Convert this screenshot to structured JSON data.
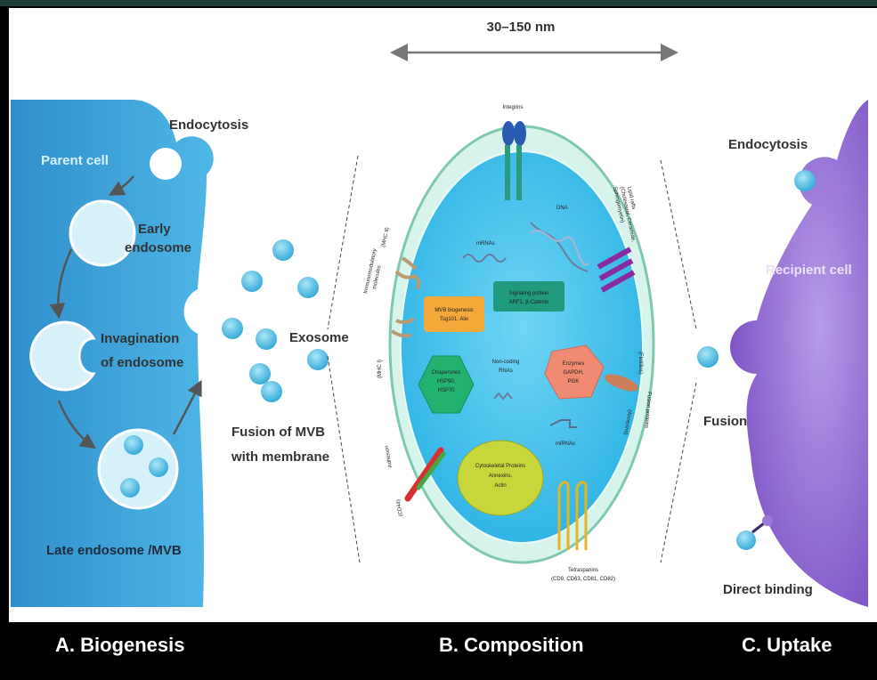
{
  "scale_label": "30–150 nm",
  "biogenesis": {
    "parent_cell": "Parent cell",
    "endocytosis": "Endocytosis",
    "early_endosome_1": "Early",
    "early_endosome_2": "endosome",
    "invagination_1": "Invagination",
    "invagination_2": "of endosome",
    "late_endosome": "Late endosome /MVB",
    "exosome": "Exosome",
    "fusion_1": "Fusion of MVB",
    "fusion_2": "with membrane"
  },
  "composition": {
    "integrins": "Integrins",
    "mrnas": "mRNAs",
    "dna": "DNA",
    "mvb_biogenesis_1": "MVB biogenesis",
    "mvb_biogenesis_2": "Tsg101, Alix",
    "signaling_1": "Signaling protein",
    "signaling_2": "ARF1, β-Catenin",
    "chaperones_1": "Chaperones",
    "chaperones_2": "HSP90,",
    "chaperones_3": "HSP70",
    "noncoding_1": "Non-coding",
    "noncoding_2": "RNAs",
    "enzymes_1": "Enzymes",
    "enzymes_2": "GAPDH,",
    "enzymes_3": "PGK",
    "mirnas": "miRNAs",
    "cytoskeletal_1": "Cytoskeletal Proteins",
    "cytoskeletal_2": "Annexins,",
    "cytoskeletal_3": "Actin",
    "tetraspanins_1": "Tetraspanins",
    "tetraspanins_2": "(CD9, CD63, CD81, CD82)",
    "left_outer_1": "Immunomodulatory",
    "left_outer_2": "molecules",
    "mhc_ii": "(MHC II)",
    "mhc_i": "(MHC I)",
    "adhesion": "Adhesion",
    "cd44": "(CD44)",
    "lipid_rafts_1": "Lipid rafts",
    "lipid_rafts_2": "(Cholesterol, Ceramide,",
    "lipid_rafts_3": "Sphingomyelin)",
    "fusion_proteins_1": "(Flotillins)",
    "fusion_proteins_2": "(Annexins)",
    "fusion_proteins_3": "Fusion proteins"
  },
  "uptake": {
    "endocytosis": "Endocytosis",
    "recipient_cell": "Recipient cell",
    "fusion": "Fusion",
    "direct_binding": "Direct binding"
  },
  "section_titles": {
    "a": "A. Biogenesis",
    "b": "B. Composition",
    "c": "C. Uptake"
  },
  "colors": {
    "parent_cell": "#3aa6dd",
    "exosome_vesicle": "#5cc4e8",
    "recipient_cell": "#8a66d0",
    "composition_interior": "#3fc6ee"
  }
}
